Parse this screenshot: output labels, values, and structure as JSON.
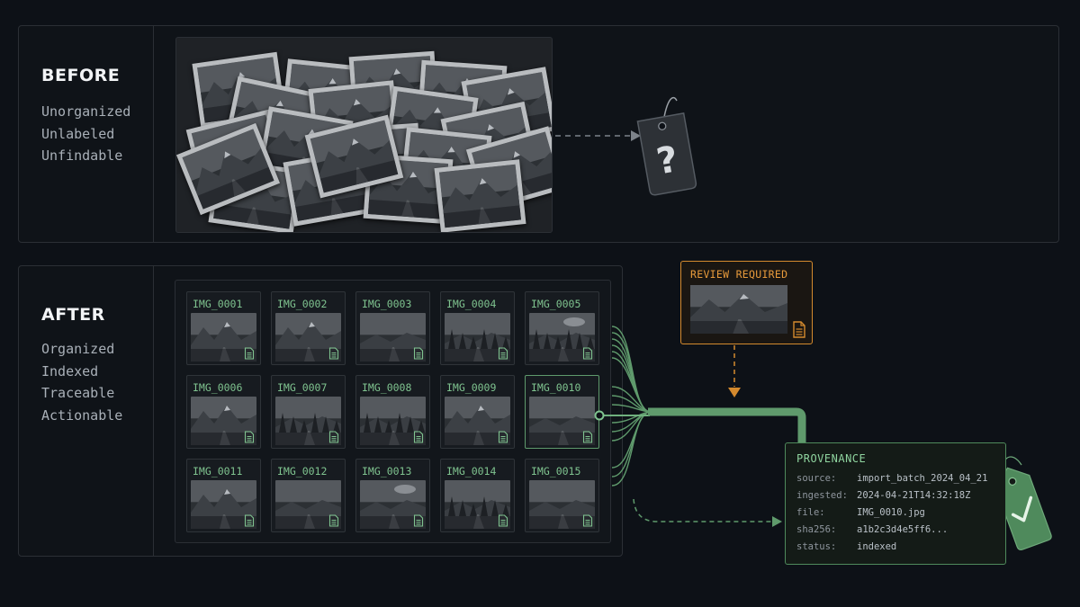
{
  "before": {
    "title": "BEFORE",
    "lines": [
      "Unorganized",
      "Unlabeled",
      "Unfindable"
    ],
    "tag_symbol": "?"
  },
  "after": {
    "title": "AFTER",
    "lines": [
      "Organized",
      "Indexed",
      "Traceable",
      "Actionable"
    ]
  },
  "grid": {
    "tiles": [
      {
        "label": "IMG_0001",
        "scene": "mountains-road"
      },
      {
        "label": "IMG_0002",
        "scene": "peaks"
      },
      {
        "label": "IMG_0003",
        "scene": "river-valley"
      },
      {
        "label": "IMG_0004",
        "scene": "forest-road"
      },
      {
        "label": "IMG_0005",
        "scene": "pines-clouds"
      },
      {
        "label": "IMG_0006",
        "scene": "mountain-lake"
      },
      {
        "label": "IMG_0007",
        "scene": "forest-river"
      },
      {
        "label": "IMG_0008",
        "scene": "tree-road"
      },
      {
        "label": "IMG_0009",
        "scene": "peak-field"
      },
      {
        "label": "IMG_0010",
        "scene": "road-sunset"
      },
      {
        "label": "IMG_0011",
        "scene": "hills-road"
      },
      {
        "label": "IMG_0012",
        "scene": "plain-road"
      },
      {
        "label": "IMG_0013",
        "scene": "clouds-road"
      },
      {
        "label": "IMG_0014",
        "scene": "pine-road"
      },
      {
        "label": "IMG_0015",
        "scene": "misty-road"
      }
    ],
    "selected_label": "IMG_0010"
  },
  "review": {
    "title": "REVIEW REQUIRED"
  },
  "provenance": {
    "title": "PROVENANCE",
    "rows": [
      {
        "key": "source:",
        "value": "import_batch_2024_04_21"
      },
      {
        "key": "ingested:",
        "value": "2024-04-21T14:32:18Z"
      },
      {
        "key": "file:",
        "value": "IMG_0010.jpg"
      },
      {
        "key": "sha256:",
        "value": "a1b2c3d4e5ff6..."
      },
      {
        "key": "status:",
        "value": "indexed"
      }
    ]
  },
  "colors": {
    "accent_green": "#5f9a6c",
    "label_green": "#7fc38f",
    "review_orange": "#d48a2e",
    "background": "#0d1117"
  },
  "icons": [
    "question-tag-icon",
    "check-tag-icon",
    "document-icon"
  ]
}
